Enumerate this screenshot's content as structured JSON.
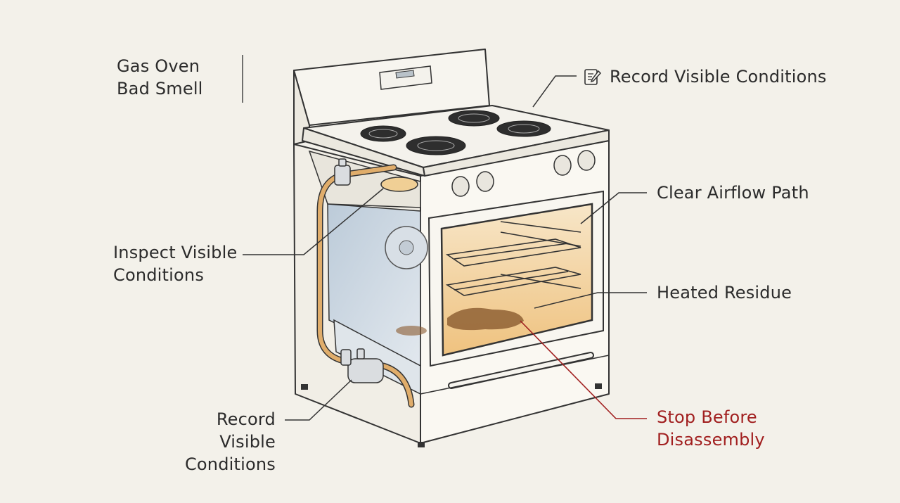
{
  "title": {
    "line1": "Gas Oven",
    "line2": "Bad Smell"
  },
  "callouts": {
    "record_top": "Record Visible Conditions",
    "airflow": "Clear Airflow Path",
    "inspect": {
      "line1": "Inspect Visible",
      "line2": "Conditions"
    },
    "residue": "Heated Residue",
    "record_bottom": {
      "line1": "Record Visible",
      "line2": "Conditions"
    },
    "stop": {
      "line1": "Stop Before",
      "line2": "Disassembly"
    }
  },
  "icons": {
    "record_top": "notepad-pencil-icon"
  },
  "colors": {
    "background": "#f3f1ea",
    "line": "#2a2a2a",
    "warning": "#a11f1f",
    "oven_glow": "#f2c98a",
    "cavity_blue": "#c9d6e2",
    "gas_pipe": "#d9a566"
  }
}
